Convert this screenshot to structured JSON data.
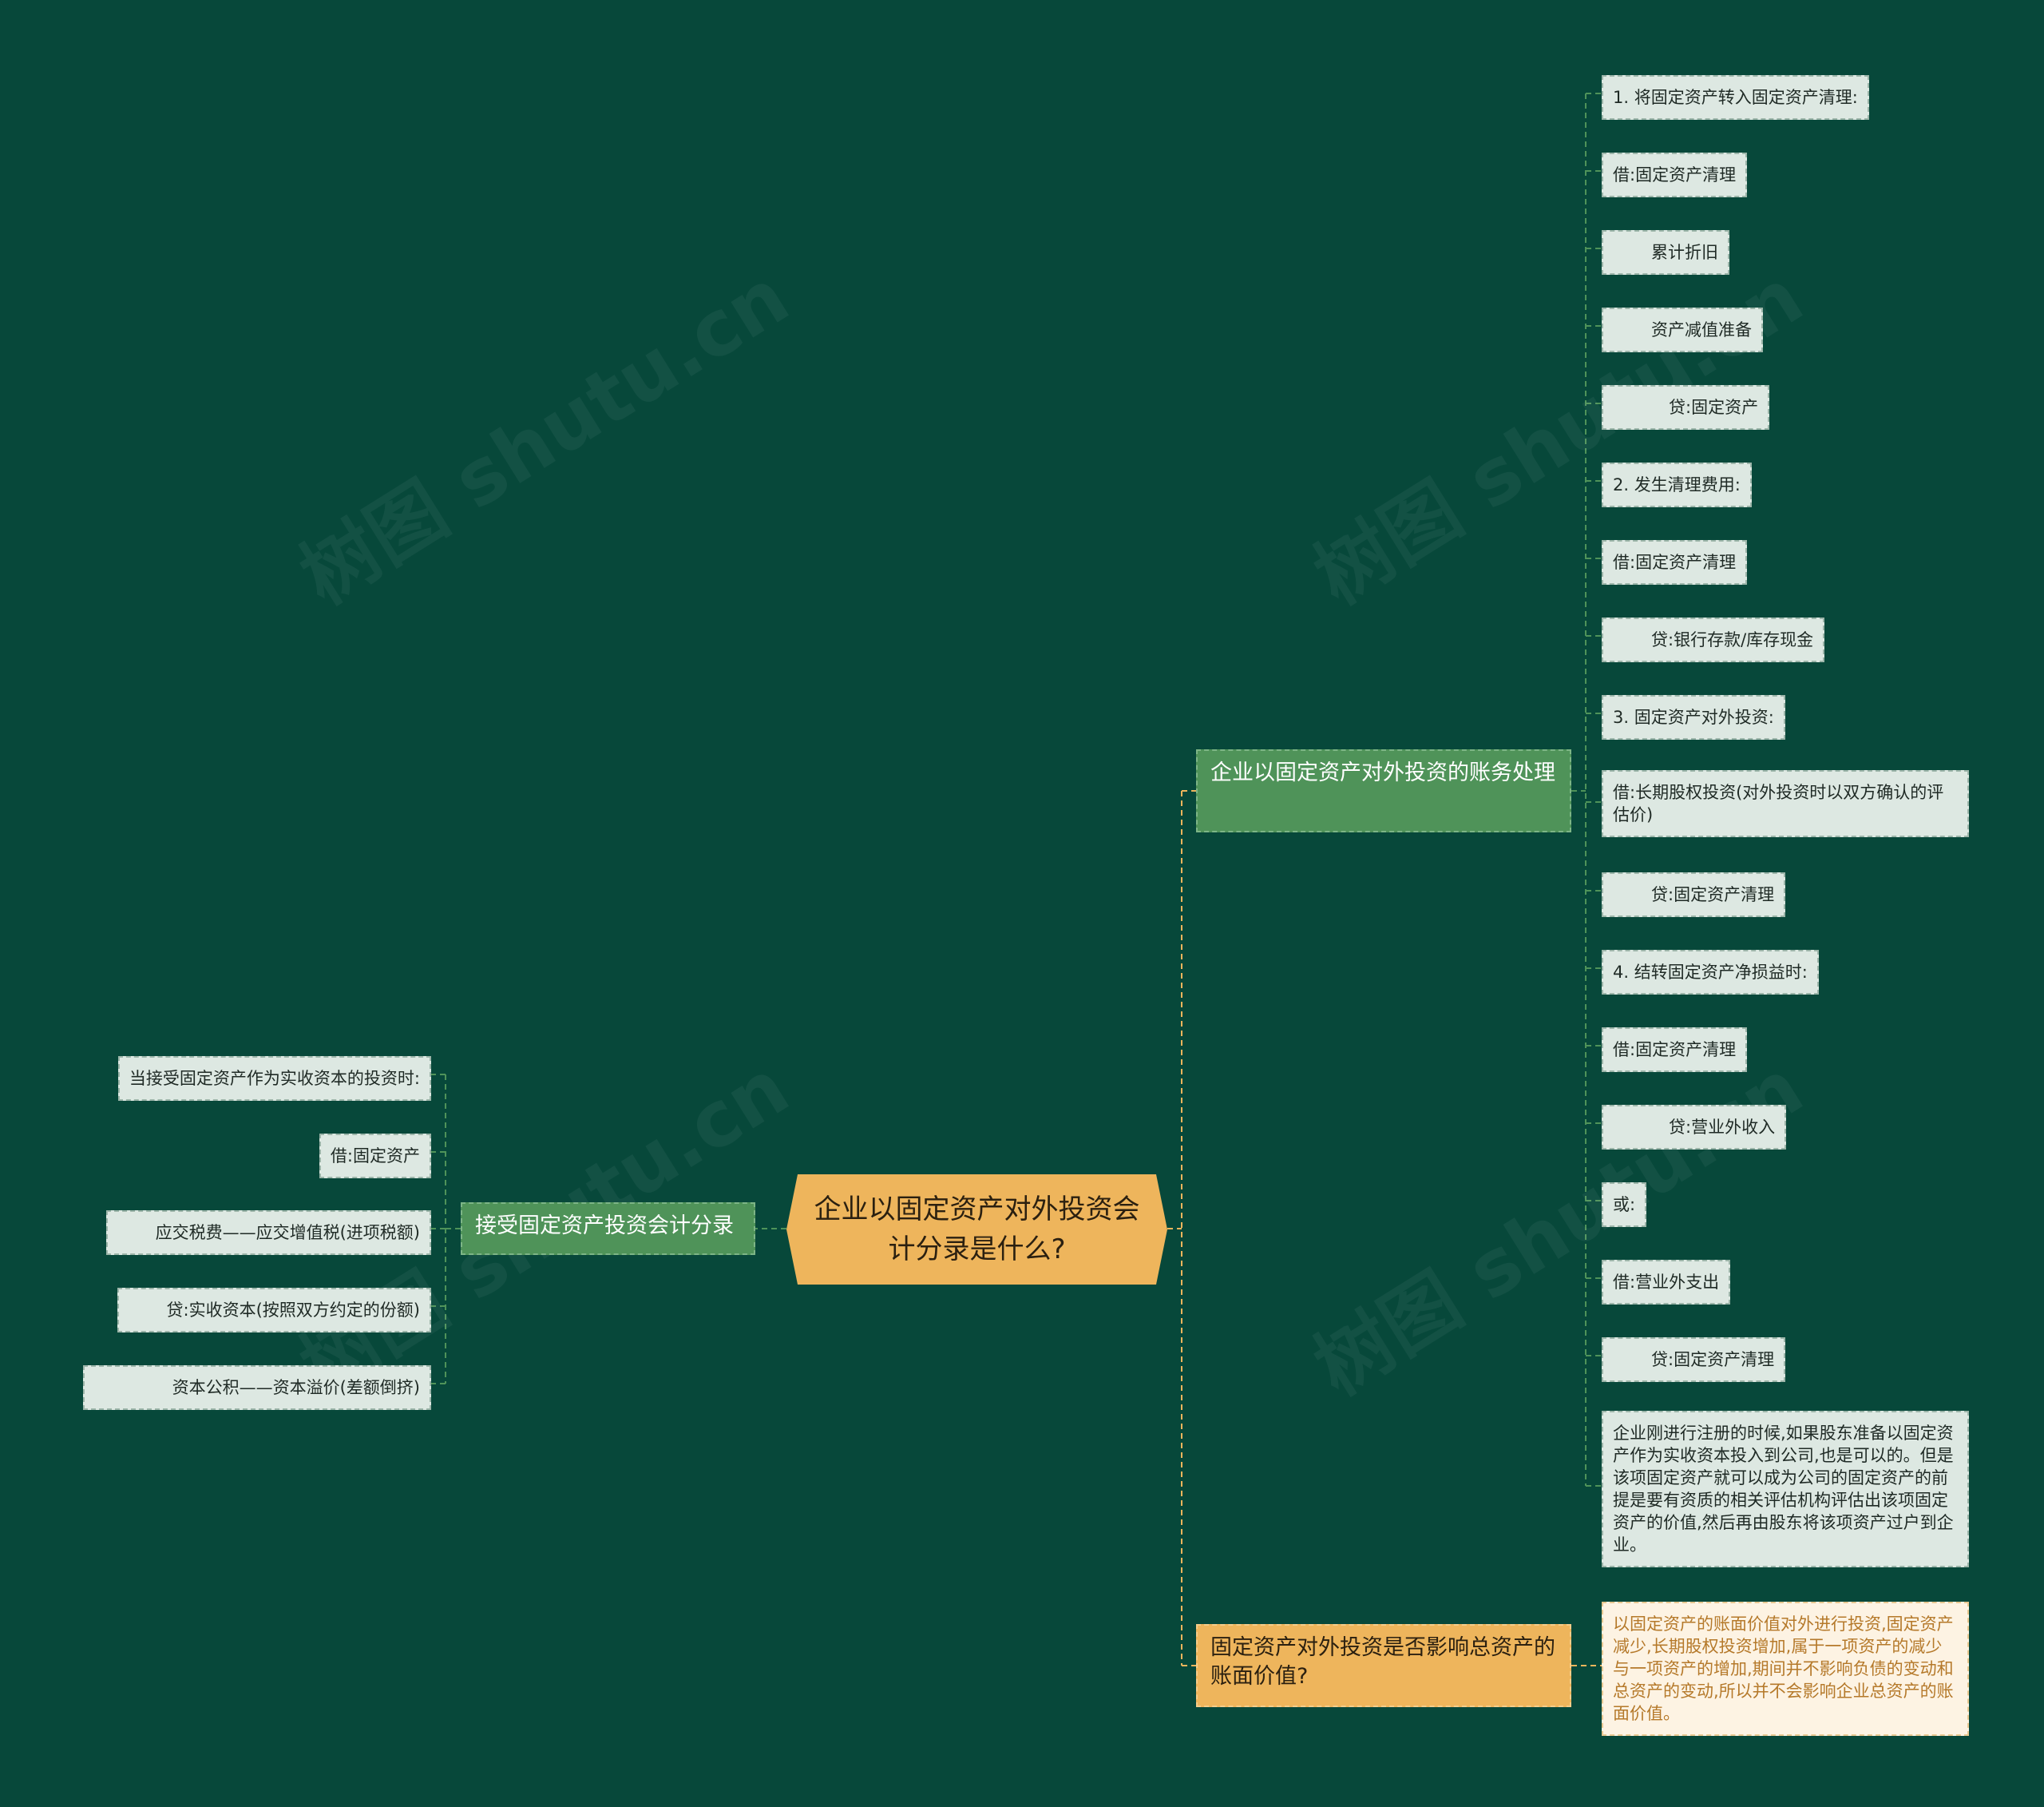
{
  "root": {
    "title": "企业以固定资产对外投资会计分录是什么?"
  },
  "branch_accounting": {
    "title": "企业以固定资产对外投资的账务处理",
    "items": [
      "1. 将固定资产转入固定资产清理:",
      "借:固定资产清理",
      "累计折旧",
      "资产减值准备",
      "贷:固定资产",
      "2. 发生清理费用:",
      "借:固定资产清理",
      "贷:银行存款/库存现金",
      "3. 固定资产对外投资:",
      "借:长期股权投资(对外投资时以双方确认的评估价)",
      "贷:固定资产清理",
      "4. 结转固定资产净损益时:",
      "借:固定资产清理",
      "贷:营业外收入",
      "或:",
      "借:营业外支出",
      "贷:固定资产清理",
      "企业刚进行注册的时候,如果股东准备以固定资产作为实收资本投入到公司,也是可以的。但是该项固定资产就可以成为公司的固定资产的前提是要有资质的相关评估机构评估出该项固定资产的价值,然后再由股东将该项资产过户到企业。"
    ]
  },
  "branch_receive": {
    "title": "接受固定资产投资会计分录",
    "items": [
      "当接受固定资产作为实收资本的投资时:",
      "借:固定资产",
      "应交税费——应交增值税(进项税额)",
      "贷:实收资本(按照双方约定的份额)",
      "资本公积——资本溢价(差额倒挤)"
    ]
  },
  "branch_question": {
    "title": "固定资产对外投资是否影响总资产的账面价值?",
    "answer": "以固定资产的账面价值对外进行投资,固定资产减少,长期股权投资增加,属于一项资产的减少与一项资产的增加,期间并不影响负债的变动和总资产的变动,所以并不会影响企业总资产的账面价值。"
  },
  "colors": {
    "background": "#07483a",
    "root": "#eeb55c",
    "branch_green": "#4f9359",
    "leaf": "#dde8e2",
    "answer_text": "#b5792a"
  }
}
